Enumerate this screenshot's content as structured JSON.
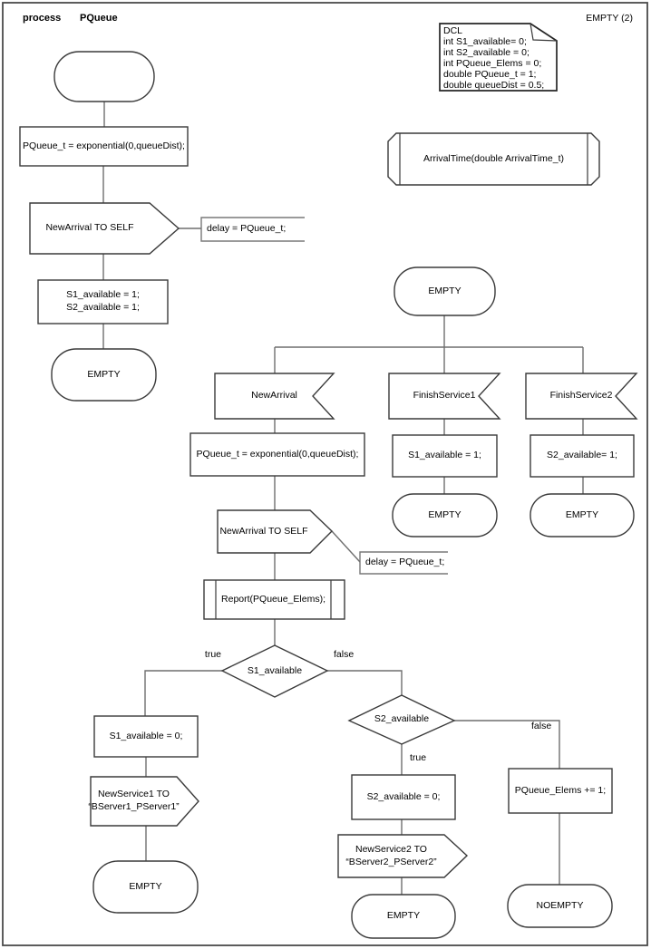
{
  "header": {
    "kind": "process",
    "name": "PQueue",
    "page": "EMPTY (2)"
  },
  "dcl_note": {
    "lines": [
      "DCL",
      "int S1_available= 0;",
      "int S2_available = 0;",
      "int PQueue_Elems = 0;",
      "double PQueue_t = 1;",
      "double queueDist = 0.5;"
    ]
  },
  "procedure_declaration": {
    "label": "ArrivalTime(double ArrivalTime_t)"
  },
  "start_flow": {
    "task_set_timer": "PQueue_t = exponential(0,queueDist);",
    "output_self": "NewArrival TO SELF",
    "comment_delay": "delay = PQueue_t;",
    "task_init_line1": "S1_available = 1;",
    "task_init_line2": "S2_available = 1;",
    "next_state": "EMPTY"
  },
  "empty_state": {
    "label": "EMPTY"
  },
  "new_arrival": {
    "input": "NewArrival",
    "task_set_timer": "PQueue_t = exponential(0,queueDist);",
    "output_self": "NewArrival TO SELF",
    "comment_delay": "delay = PQueue_t;",
    "procedure_call": "Report(PQueue_Elems);",
    "decision_s1": {
      "label": "S1_available",
      "true_label": "true",
      "false_label": "false"
    },
    "s1_true": {
      "task": "S1_available = 0;",
      "output_line1": "NewService1 TO",
      "output_line2": "“BServer1_PServer1”",
      "next_state": "EMPTY"
    },
    "decision_s2": {
      "label": "S2_available",
      "true_label": "true",
      "false_label": "false"
    },
    "s2_true": {
      "task": "S2_available = 0;",
      "output_line1": "NewService2 TO",
      "output_line2": "“BServer2_PServer2”",
      "next_state": "EMPTY"
    },
    "s2_false": {
      "task": "PQueue_Elems += 1;",
      "next_state": "NOEMPTY"
    }
  },
  "finish_service1": {
    "input": "FinishService1",
    "task": "S1_available = 1;",
    "next_state": "EMPTY"
  },
  "finish_service2": {
    "input": "FinishService2",
    "task": "S2_available= 1;",
    "next_state": "EMPTY"
  }
}
